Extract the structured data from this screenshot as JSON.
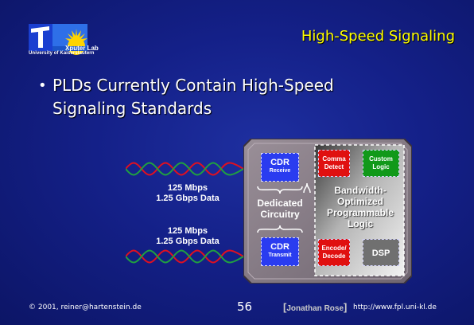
{
  "logo": {
    "institution": "University of Kaiserslautern",
    "lab": "Xputer Lab"
  },
  "title": "High-Speed Signaling",
  "bullet": "PLDs Currently Contain High-Speed Signaling Standards",
  "rates": [
    {
      "speed": "125 Mbps",
      "data": "1.25 Gbps Data"
    },
    {
      "speed": "125 Mbps",
      "data": "1.25 Gbps Data"
    }
  ],
  "chip": {
    "cdr_receive": {
      "title": "CDR",
      "sub": "Receive"
    },
    "cdr_transmit": {
      "title": "CDR",
      "sub": "Transmit"
    },
    "dedicated": "Dedicated Circuitry",
    "comma": "Comma Detect",
    "custom": "Custom Logic",
    "bandwidth": "Bandwidth-Optimized Programmable Logic",
    "encode": "Encode/ Decode",
    "dsp": "DSP"
  },
  "footer": {
    "copyright": "©  2001, reiner@hartenstein.de",
    "page": "56",
    "credit_open": "[",
    "credit": "Jonathan Rose",
    "credit_close": "]",
    "url": "http://www.fpl.uni-kl.de"
  },
  "colors": {
    "title": "#ffff00",
    "background": "#142088",
    "cdr": "#2a3cf0",
    "red_block": "#e01010",
    "green_block": "#11991a"
  }
}
